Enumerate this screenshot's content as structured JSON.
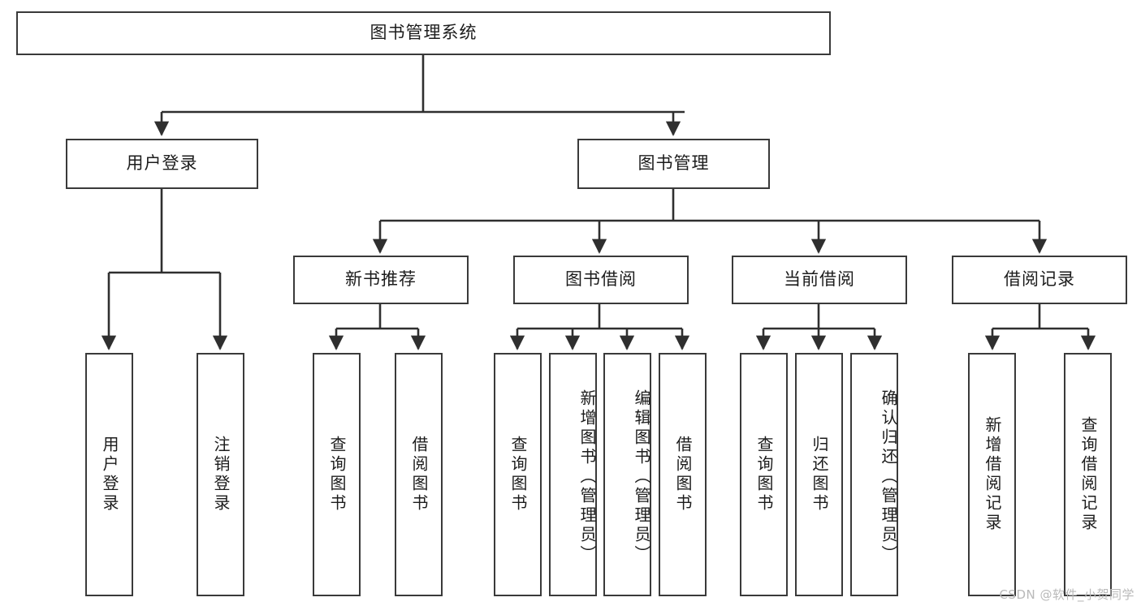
{
  "diagram": {
    "title": "图书管理系统",
    "type": "tree-hierarchy",
    "watermark": "CSDN @软件_小贺同学",
    "colors": {
      "box_border": "#3a3a3a",
      "box_fill": "#ffffff",
      "edge": "#2f2f2f",
      "text": "#1c1c1c",
      "watermark": "#b9b9b9"
    },
    "root": {
      "label": "图书管理系统"
    },
    "level2": [
      {
        "label": "用户登录"
      },
      {
        "label": "图书管理"
      }
    ],
    "level3": [
      {
        "label": "新书推荐"
      },
      {
        "label": "图书借阅"
      },
      {
        "label": "当前借阅"
      },
      {
        "label": "借阅记录"
      }
    ],
    "leaves": {
      "user_login": [
        {
          "label": "用户登录"
        },
        {
          "label": "注销登录"
        }
      ],
      "new_book": [
        {
          "label": "查询图书"
        },
        {
          "label": "借阅图书"
        }
      ],
      "book_borrow": [
        {
          "label": "查询图书"
        },
        {
          "label": "新增图书（管理员）"
        },
        {
          "label": "编辑图书（管理员）"
        },
        {
          "label": "借阅图书"
        }
      ],
      "current_borrow": [
        {
          "label": "查询图书"
        },
        {
          "label": "归还图书"
        },
        {
          "label": "确认归还（管理员）"
        }
      ],
      "borrow_record": [
        {
          "label": "新增借阅记录"
        },
        {
          "label": "查询借阅记录"
        }
      ]
    }
  }
}
